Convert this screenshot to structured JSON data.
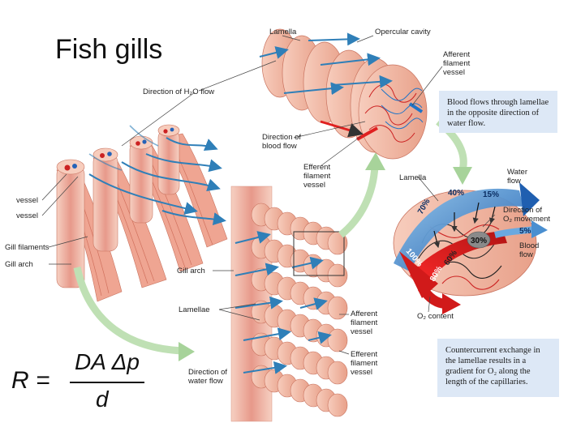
{
  "title": "Fish gills",
  "labels": {
    "lamella_top": "Lamella",
    "opercular_cavity": "Opercular cavity",
    "afferent_top": [
      "Afferent",
      "filament",
      "vessel"
    ],
    "direction_h2o_flow": "Direction of H₂O flow",
    "direction_blood_flow": [
      "Direction of",
      "blood flow"
    ],
    "efferent_mid": [
      "Efferent",
      "filament",
      "vessel"
    ],
    "vessel_1": "vessel",
    "vessel_2": "vessel",
    "gill_filaments": "Gill filaments",
    "gill_arch_left": "Gill arch",
    "gill_arch_mid": "Gill arch",
    "lamellae": "Lamellae",
    "direction_water_flow": [
      "Direction of",
      "water flow"
    ],
    "afferent_bottom": [
      "Afferent",
      "filament",
      "vessel"
    ],
    "efferent_bottom": [
      "Efferent",
      "filament",
      "vessel"
    ],
    "lamella_right": "Lamella",
    "water_flow": [
      "Water",
      "flow"
    ],
    "direction_o2": [
      "Direction of",
      "O₂ movement"
    ],
    "blood_flow": [
      "Blood",
      "flow"
    ],
    "o2_content": "O₂ content"
  },
  "percentages": {
    "water": [
      "40%",
      "15%",
      "5%",
      "70%"
    ],
    "blood": [
      "100%",
      "80%",
      "60%",
      "30%"
    ]
  },
  "captions": {
    "top": "Blood flows through lamellae in the opposite direction of water flow.",
    "bottom": "Countercurrent exchange in the lamellae results in a gradient for O₂ along the length of the capillaries."
  },
  "formula": {
    "lhs": "R =",
    "numerator": "DA Δp",
    "denominator": "d"
  },
  "colors": {
    "tissue": "#f2b9a4",
    "tissue_dark": "#d97f68",
    "artery": "#e02020",
    "vein": "#1f74c7",
    "water_arrow": "#2f7fb8",
    "green_arrow": "#bfe0b4",
    "caption_bg": "#dde8f6"
  }
}
